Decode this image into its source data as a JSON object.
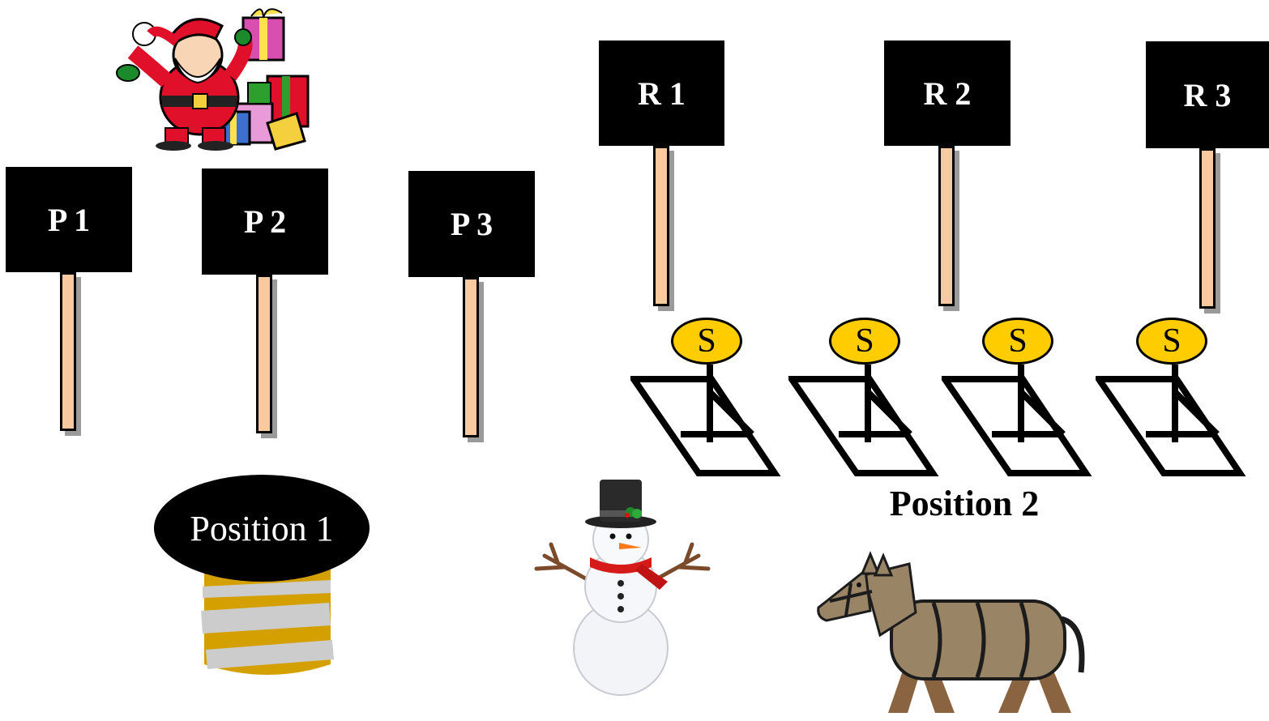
{
  "p_signs": [
    {
      "label": "P 1"
    },
    {
      "label": "P 2"
    },
    {
      "label": "P 3"
    }
  ],
  "r_signs": [
    {
      "label": "R  1"
    },
    {
      "label": "R  2"
    },
    {
      "label": "R 3"
    }
  ],
  "stands": [
    {
      "label": "S"
    },
    {
      "label": "S"
    },
    {
      "label": "S"
    },
    {
      "label": "S"
    }
  ],
  "position_1": "Position 1",
  "position_2": "Position 2",
  "colors": {
    "pole": "#f9c9a0",
    "coin": "#ffcc00",
    "drum_gold": "#d4a000",
    "drum_band": "#cccccc",
    "horse": "#8f7a5e"
  },
  "icons": [
    "santa-icon",
    "snowman-icon",
    "horse-icon",
    "drum-icon"
  ]
}
